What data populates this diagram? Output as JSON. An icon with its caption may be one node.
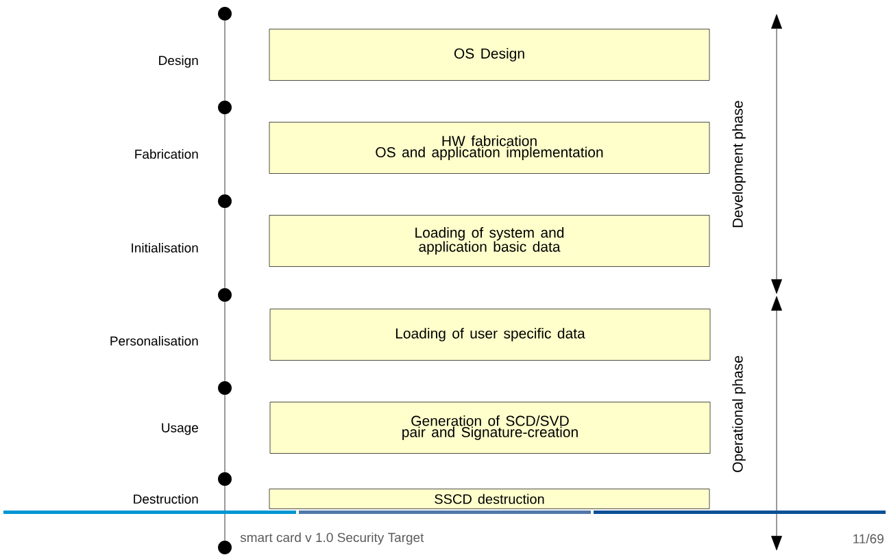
{
  "diagram": {
    "nodes": [
      {
        "text": [
          "OS Design"
        ]
      },
      {
        "text": [
          "HW fabrication",
          "OS and application implementation"
        ]
      },
      {
        "text": [
          "Loading of system and application basic data"
        ]
      },
      {
        "text": [
          "Loading of user specific data"
        ]
      },
      {
        "text": [
          "Generation of SCD/SVD pair and Signature-creation"
        ]
      },
      {
        "text": [
          "SSCD destruction"
        ]
      },
      {
        "text": [],
        "shape": "circle"
      },
      {
        "text": [],
        "shape": "circle"
      },
      {
        "text": [],
        "shape": "circle"
      },
      {
        "text": [],
        "shape": "circle"
      },
      {
        "text": [],
        "shape": "circle"
      },
      {
        "text": [],
        "shape": "circle"
      },
      {
        "text": [],
        "shape": "circle"
      }
    ],
    "edges": [
      {
        "from": 6,
        "to": 7,
        "arrow": "none"
      },
      {
        "from": 7,
        "to": 8,
        "arrow": "none"
      },
      {
        "from": 8,
        "to": 9,
        "arrow": "none"
      },
      {
        "from": 9,
        "to": 10,
        "arrow": "none"
      },
      {
        "from": 10,
        "to": 11,
        "arrow": "none"
      },
      {
        "from": 11,
        "to": 12,
        "arrow": "none"
      }
    ],
    "labels": [
      "Design",
      "Fabrication",
      "Initialisation",
      "Personalisation",
      "Usage",
      "Destruction",
      "Development phase",
      "Operational phase",
      "smart card v 1.0 Security Target",
      "11/69"
    ]
  }
}
